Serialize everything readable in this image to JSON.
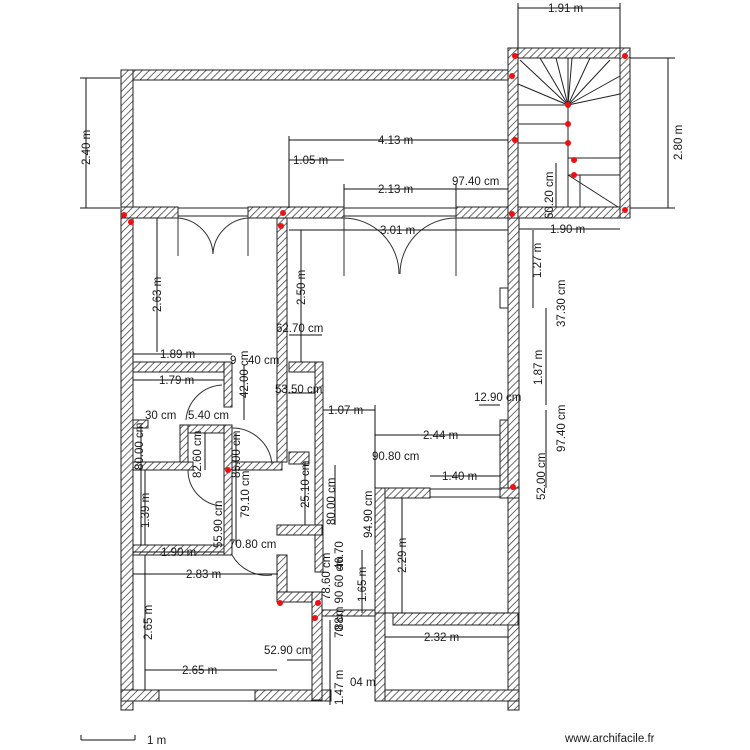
{
  "plan": {
    "dims": {
      "d_top_stair_w": "1.91 m",
      "d_left_240": "2.40 m",
      "d_right_280": "2.80 m",
      "d_413": "4.13 m",
      "d_105": "1.05 m",
      "d_213": "2.13 m",
      "d_9740a": "97.40 cm",
      "d_6020": "60.20 cm",
      "d_190a": "1.90 m",
      "d_301": "3.01 m",
      "d_263": "2.63 m",
      "d_250": "2.50 m",
      "d_127": "1.27 m",
      "d_3730": "37.30 cm",
      "d_6270": "62.70 cm",
      "d_189": "1.89 m",
      "d_9040": "9",
      "d_40cm": "40 cm",
      "d_179": "1.79 m",
      "d_4200": "42.00 cm",
      "d_5350": "53.50 cm",
      "d_187": "1.87 m",
      "d_1290": "12.90 cm",
      "d_107": "1.07 m",
      "d_30cm": "30 cm",
      "d_540": "5.40 cm",
      "d_9740b": "97.40 cm",
      "d_8000a": "80.00 cm",
      "d_8260": "82.60 cm",
      "d_8500": "85.00 cm",
      "d_244": "2.44 m",
      "d_9080": "90.80 cm",
      "d_140": "1.40 m",
      "d_5200": "52.00 cm",
      "d_2510": "25.10 cm",
      "d_139": "1.39 m",
      "d_7910": "79.10 cm",
      "d_8000b": "80.00 cm",
      "d_5590": "55.90 cm",
      "d_9490": "94.90 cm",
      "d_229": "2.29 m",
      "d_190b": "1.90 m",
      "d_7080": "70.80 cm",
      "d_283": "2.83 m",
      "d_7860": "78.60 cm",
      "d_4670": "46.70",
      "d_9060": "70 cm 90 60 cm",
      "d_165": "1.65 m",
      "d_265a": "2.65 m",
      "d_8870": "88",
      "d_232": "2.32 m",
      "d_5290": "52.90 cm",
      "d_265b": "2.65 m",
      "d_147": "1.47 m",
      "d_04": "04 m"
    },
    "scale_label": "1 m",
    "watermark": "www.archifacile.fr"
  },
  "colors": {
    "wall_hatch": "#444444",
    "marker": "#e11111",
    "line": "#111111"
  }
}
